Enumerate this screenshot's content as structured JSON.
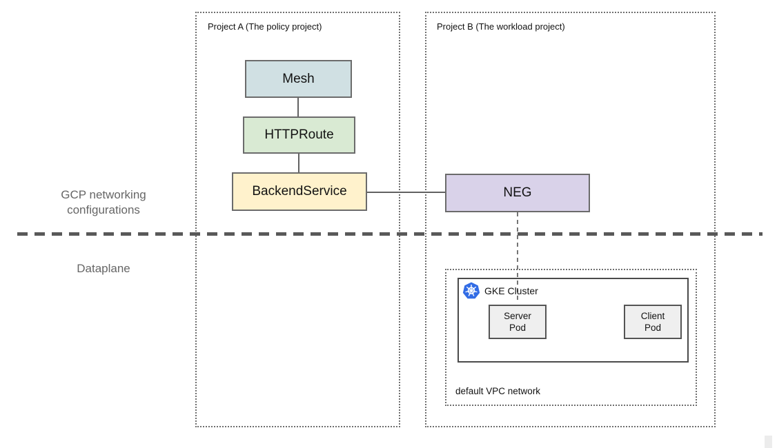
{
  "zones": {
    "top_label": "GCP networking\nconfigurations",
    "bottom_label": "Dataplane"
  },
  "projects": {
    "a": {
      "label": "Project A (The policy project)"
    },
    "b": {
      "label": "Project B (The workload project)"
    }
  },
  "nodes": {
    "mesh": {
      "label": "Mesh",
      "fill": "#d0e0e3"
    },
    "httproute": {
      "label": "HTTPRoute",
      "fill": "#d9ead3"
    },
    "backendservice": {
      "label": "BackendService",
      "fill": "#fff2cc"
    },
    "neg": {
      "label": "NEG",
      "fill": "#d9d2e9"
    },
    "server_pod": {
      "label": "Server\nPod",
      "fill": "#efefef"
    },
    "client_pod": {
      "label": "Client\nPod",
      "fill": "#efefef"
    }
  },
  "cluster": {
    "label": "GKE Cluster",
    "icon": "kubernetes-icon",
    "icon_color": "#326ce5"
  },
  "network": {
    "label": "default VPC network"
  }
}
